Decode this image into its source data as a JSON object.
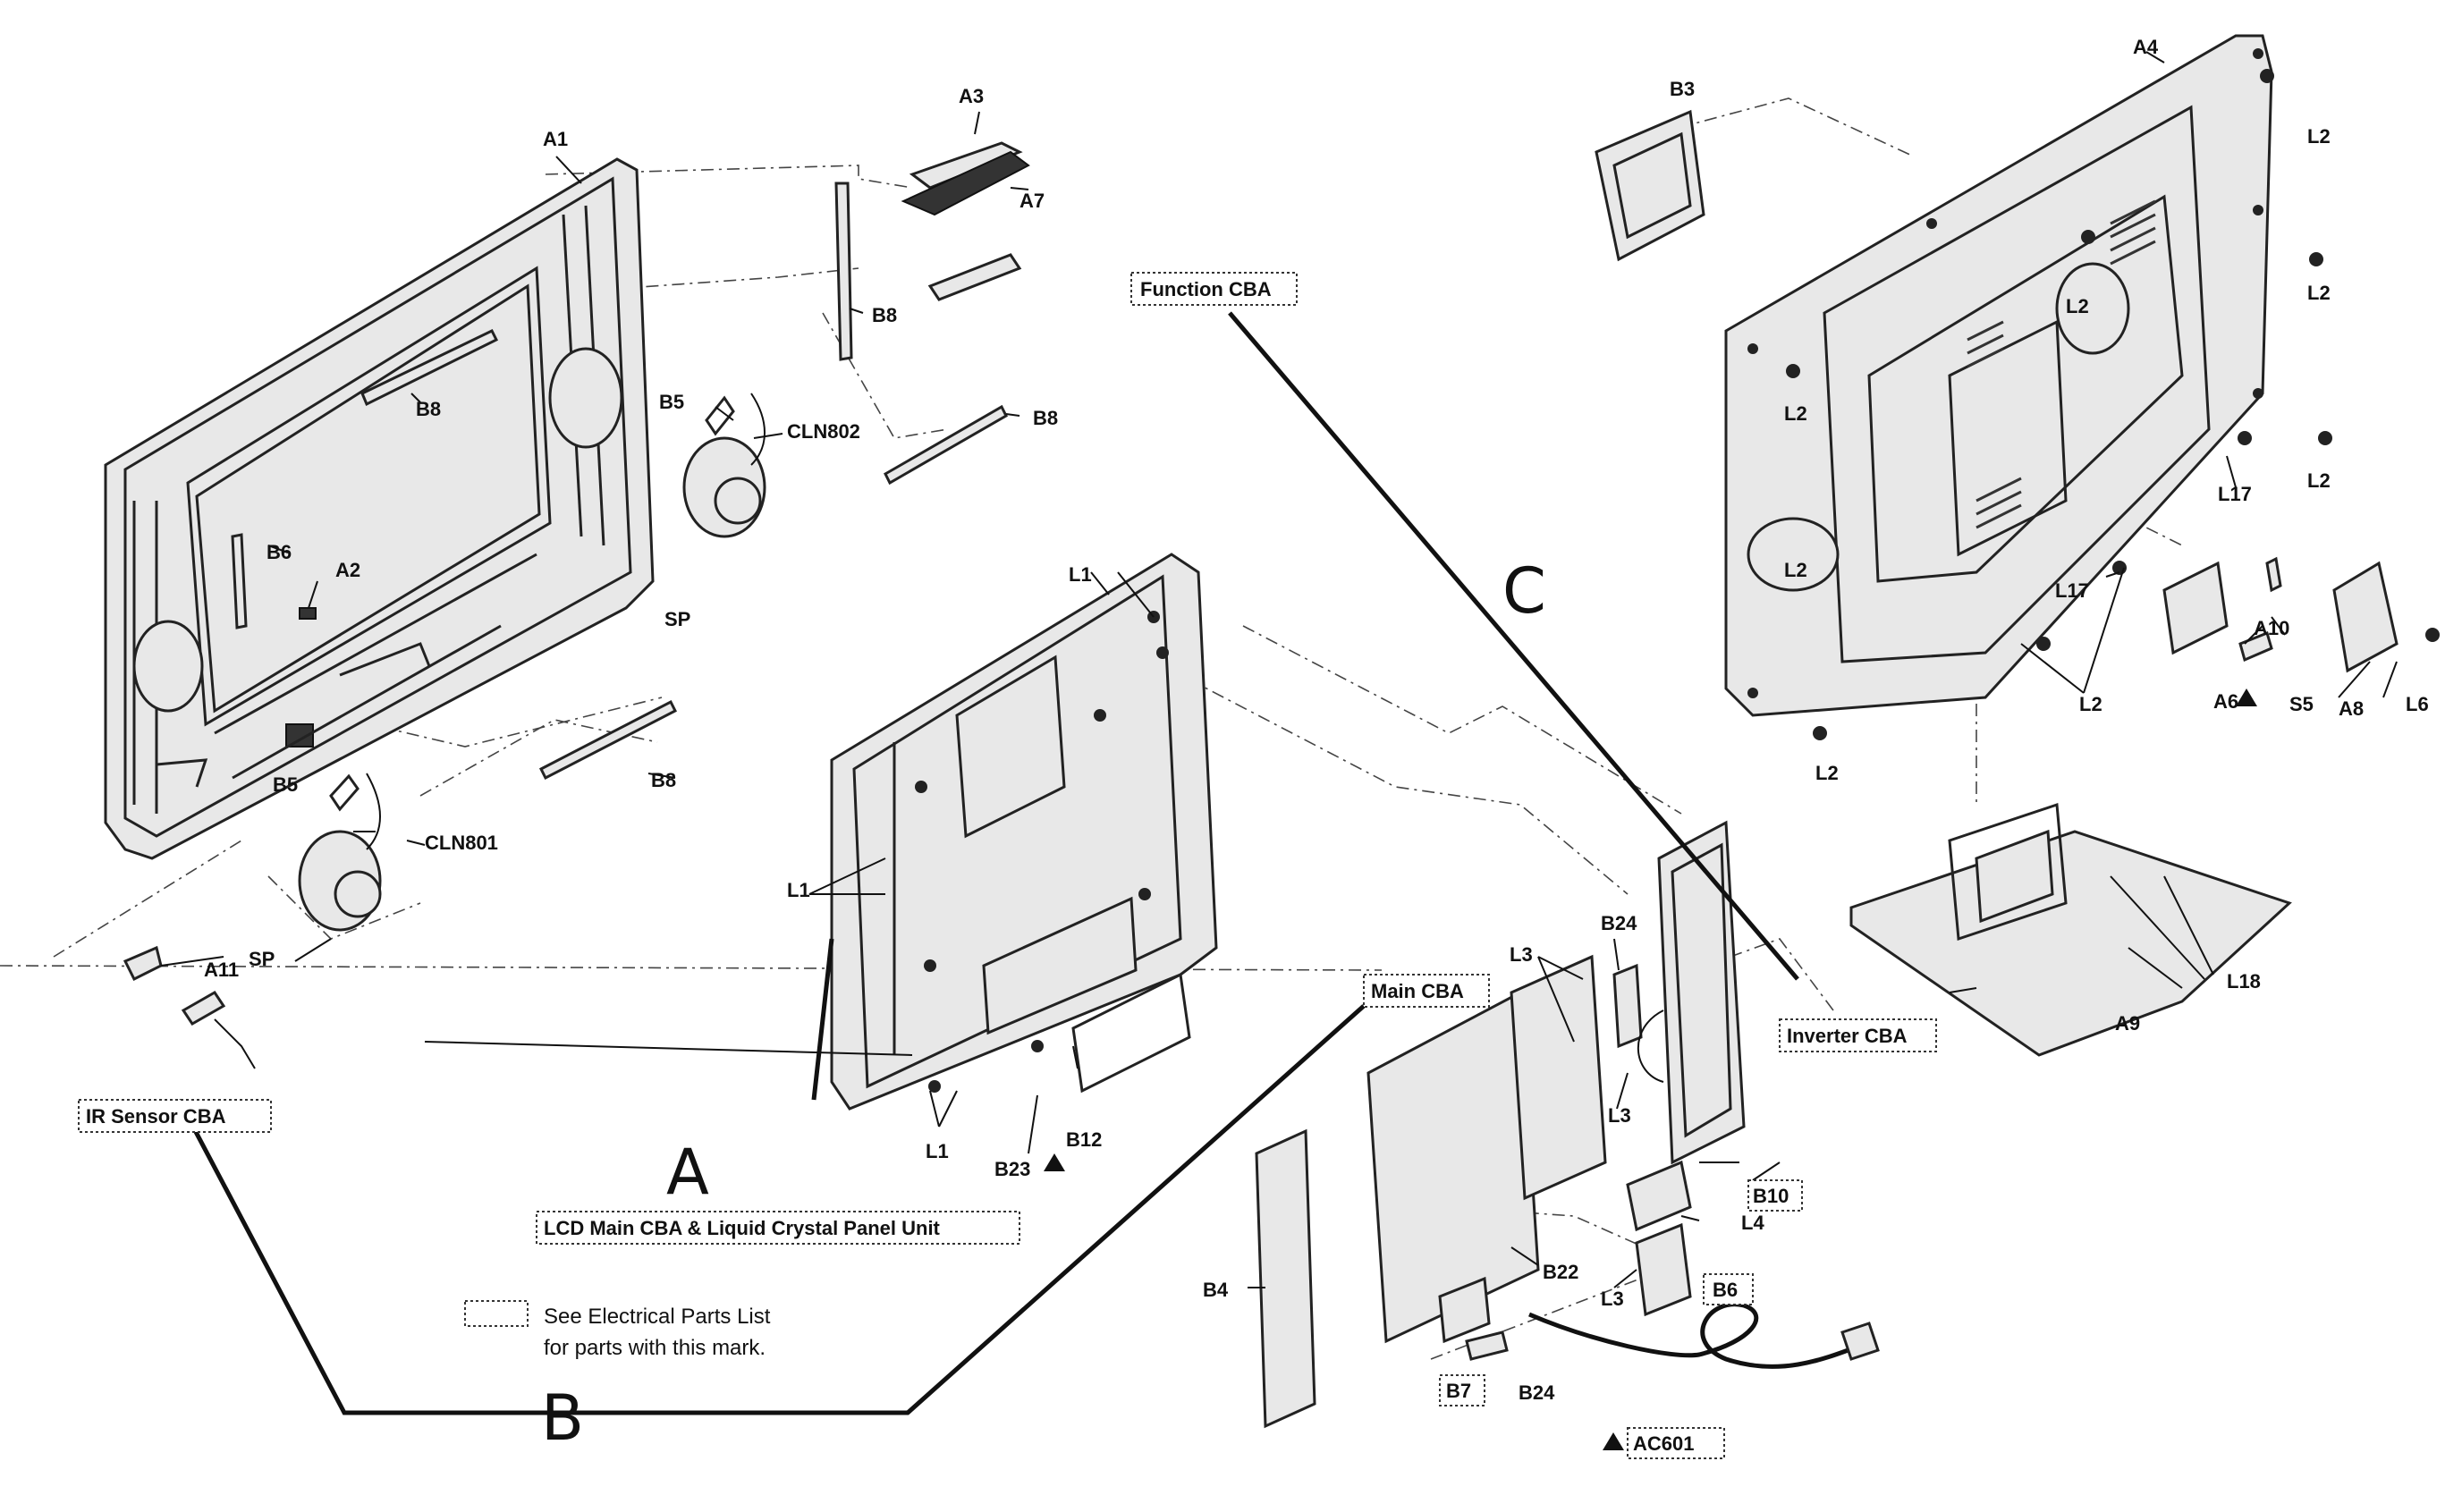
{
  "callouts": {
    "a1": "A1",
    "a2": "A2",
    "a3": "A3",
    "a4": "A4",
    "a6": "A6",
    "a7": "A7",
    "a8": "A8",
    "a9": "A9",
    "a10": "A10",
    "a11": "A11",
    "b3": "B3",
    "b4": "B4",
    "b5a": "B5",
    "b5b": "B5",
    "b6a": "B6",
    "b6b": "B6",
    "b7": "B7",
    "b8a": "B8",
    "b8b": "B8",
    "b8c": "B8",
    "b8d": "B8",
    "b10": "B10",
    "b12": "B12",
    "b22": "B22",
    "b23": "B23",
    "b24a": "B24",
    "b24b": "B24",
    "cln801": "CLN801",
    "cln802": "CLN802",
    "l1a": "L1",
    "l1b": "L1",
    "l1c": "L1",
    "l2a": "L2",
    "l2b": "L2",
    "l2c": "L2",
    "l2d": "L2",
    "l2e": "L2",
    "l2f": "L2",
    "l2g": "L2",
    "l2h": "L2",
    "l3a": "L3",
    "l3b": "L3",
    "l3c": "L3",
    "l4": "L4",
    "l6": "L6",
    "l17a": "L17",
    "l17b": "L17",
    "l18": "L18",
    "s5": "S5",
    "spa": "SP",
    "spb": "SP",
    "ac601": "AC601"
  },
  "boxed_labels": {
    "function_cba": "Function CBA",
    "main_cba": "Main CBA",
    "inverter_cba": "Inverter CBA",
    "ir_sensor_cba": "IR Sensor CBA",
    "lcd_main": "LCD Main CBA & Liquid Crystal Panel Unit"
  },
  "legend": {
    "line1": "See Electrical Parts List",
    "line2": "for parts with this mark."
  },
  "handwritten": {
    "a": "A",
    "b": "B",
    "c": "C"
  }
}
